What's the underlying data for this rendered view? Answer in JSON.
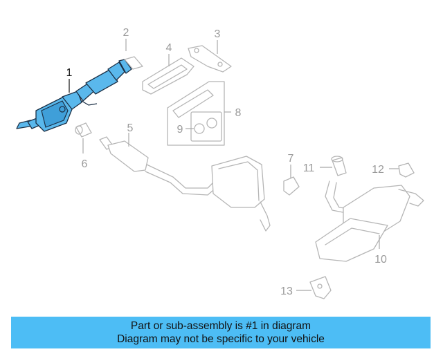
{
  "callouts": [
    {
      "id": "1",
      "label": "1",
      "highlighted": true
    },
    {
      "id": "2",
      "label": "2",
      "highlighted": false
    },
    {
      "id": "3",
      "label": "3",
      "highlighted": false
    },
    {
      "id": "4",
      "label": "4",
      "highlighted": false
    },
    {
      "id": "5",
      "label": "5",
      "highlighted": false
    },
    {
      "id": "6",
      "label": "6",
      "highlighted": false
    },
    {
      "id": "7",
      "label": "7",
      "highlighted": false
    },
    {
      "id": "8",
      "label": "8",
      "highlighted": false
    },
    {
      "id": "9",
      "label": "9",
      "highlighted": false
    },
    {
      "id": "10",
      "label": "10",
      "highlighted": false
    },
    {
      "id": "11",
      "label": "11",
      "highlighted": false
    },
    {
      "id": "12",
      "label": "12",
      "highlighted": false
    },
    {
      "id": "13",
      "label": "13",
      "highlighted": false
    }
  ],
  "banner": {
    "line1": "Part or sub-assembly is #1 in diagram",
    "line2": "Diagram may not be specific to your vehicle"
  },
  "colors": {
    "highlight": "#5ab8ec",
    "banner": "#4dbdf5",
    "ghost": "#b5b5b5"
  }
}
